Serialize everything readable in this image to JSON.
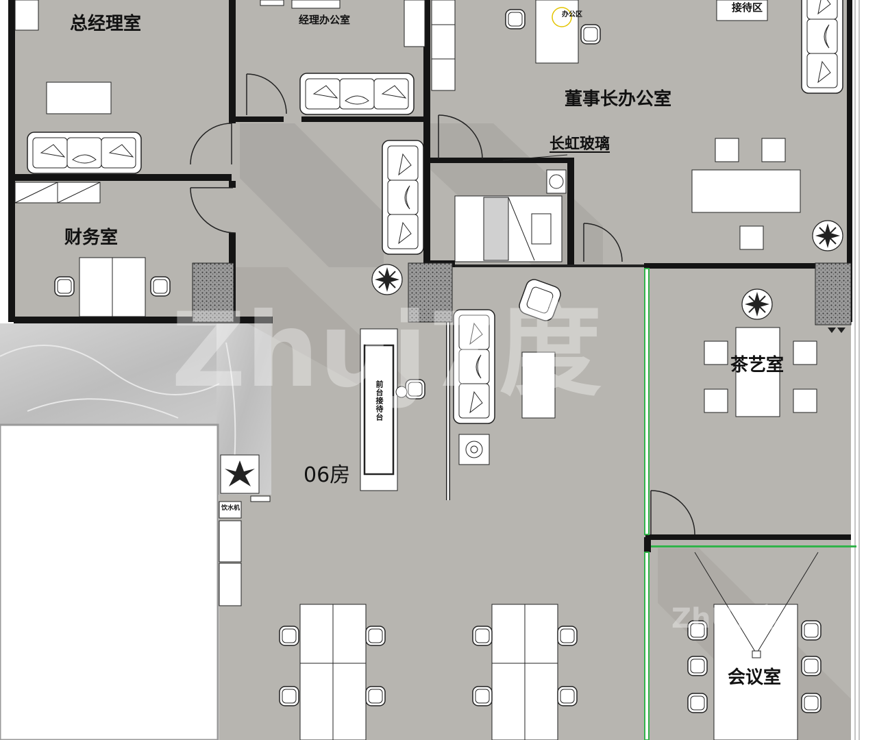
{
  "rooms": {
    "general_manager": "总经理室",
    "manager_office": "经理办公室",
    "office_area": "办公区",
    "reception_area": "接待区",
    "chairman_office": "董事长办公室",
    "changhong_glass": "长虹玻璃",
    "finance_room": "财务室",
    "tea_room": "茶艺室",
    "room_06": "06房",
    "front_desk": "前台接待台",
    "water_dispenser": "饮水机",
    "meeting_room": "会议室"
  },
  "watermark": {
    "main": "Zhuj7度",
    "small": "ZhU7度"
  },
  "colors": {
    "floor": "#b7b5b0",
    "wall": "#141414",
    "glass_wall": "#31b34a",
    "furniture": "#ffffff",
    "marble": "#c9c9c9"
  }
}
